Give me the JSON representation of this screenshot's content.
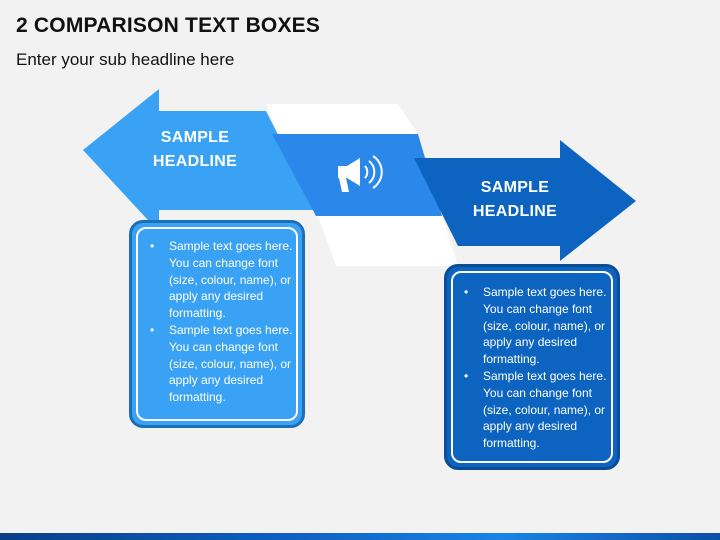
{
  "slide": {
    "title": "2 COMPARISON TEXT BOXES",
    "subtitle": "Enter your sub headline here"
  },
  "colors": {
    "light_blue": "#3aa2f5",
    "dark_blue": "#0d64c0",
    "band_white": "#ffffff"
  },
  "center_icon": "megaphone-icon",
  "left_panel": {
    "headline_line1": "SAMPLE",
    "headline_line2": "HEADLINE",
    "bullets": [
      "Sample text goes here. You can change font (size, colour, name), or apply any desired formatting.",
      "Sample text goes here. You can change font (size, colour, name), or apply any desired formatting."
    ]
  },
  "right_panel": {
    "headline_line1": "SAMPLE",
    "headline_line2": "HEADLINE",
    "bullets": [
      "Sample text goes here. You can change font (size, colour, name), or apply any desired formatting.",
      "Sample text goes here. You can change font (size, colour, name), or apply any desired formatting."
    ]
  }
}
